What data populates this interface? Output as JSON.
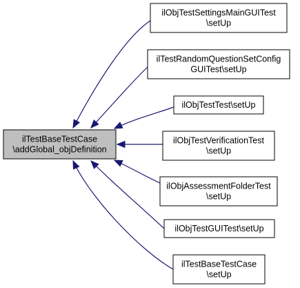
{
  "diagram": {
    "target": {
      "lines": [
        "ilTestBaseTestCase",
        "\\addGlobal_objDefinition"
      ]
    },
    "callers": [
      {
        "lines": [
          "ilObjTestSettingsMainGUITest",
          "\\setUp"
        ]
      },
      {
        "lines": [
          "ilTestRandomQuestionSetConfig",
          "GUITest\\setUp"
        ]
      },
      {
        "lines": [
          "ilObjTestTest\\setUp"
        ]
      },
      {
        "lines": [
          "ilObjTestVerificationTest",
          "\\setUp"
        ]
      },
      {
        "lines": [
          "ilObjAssessmentFolderTest",
          "\\setUp"
        ]
      },
      {
        "lines": [
          "ilObjTestGUITest\\setUp"
        ]
      },
      {
        "lines": [
          "ilTestBaseTestCase",
          "\\setUp"
        ]
      }
    ],
    "colors": {
      "edge": "#191970",
      "target_fill": "#bfbfbf",
      "node_fill": "#ffffff",
      "border": "#000000"
    }
  }
}
